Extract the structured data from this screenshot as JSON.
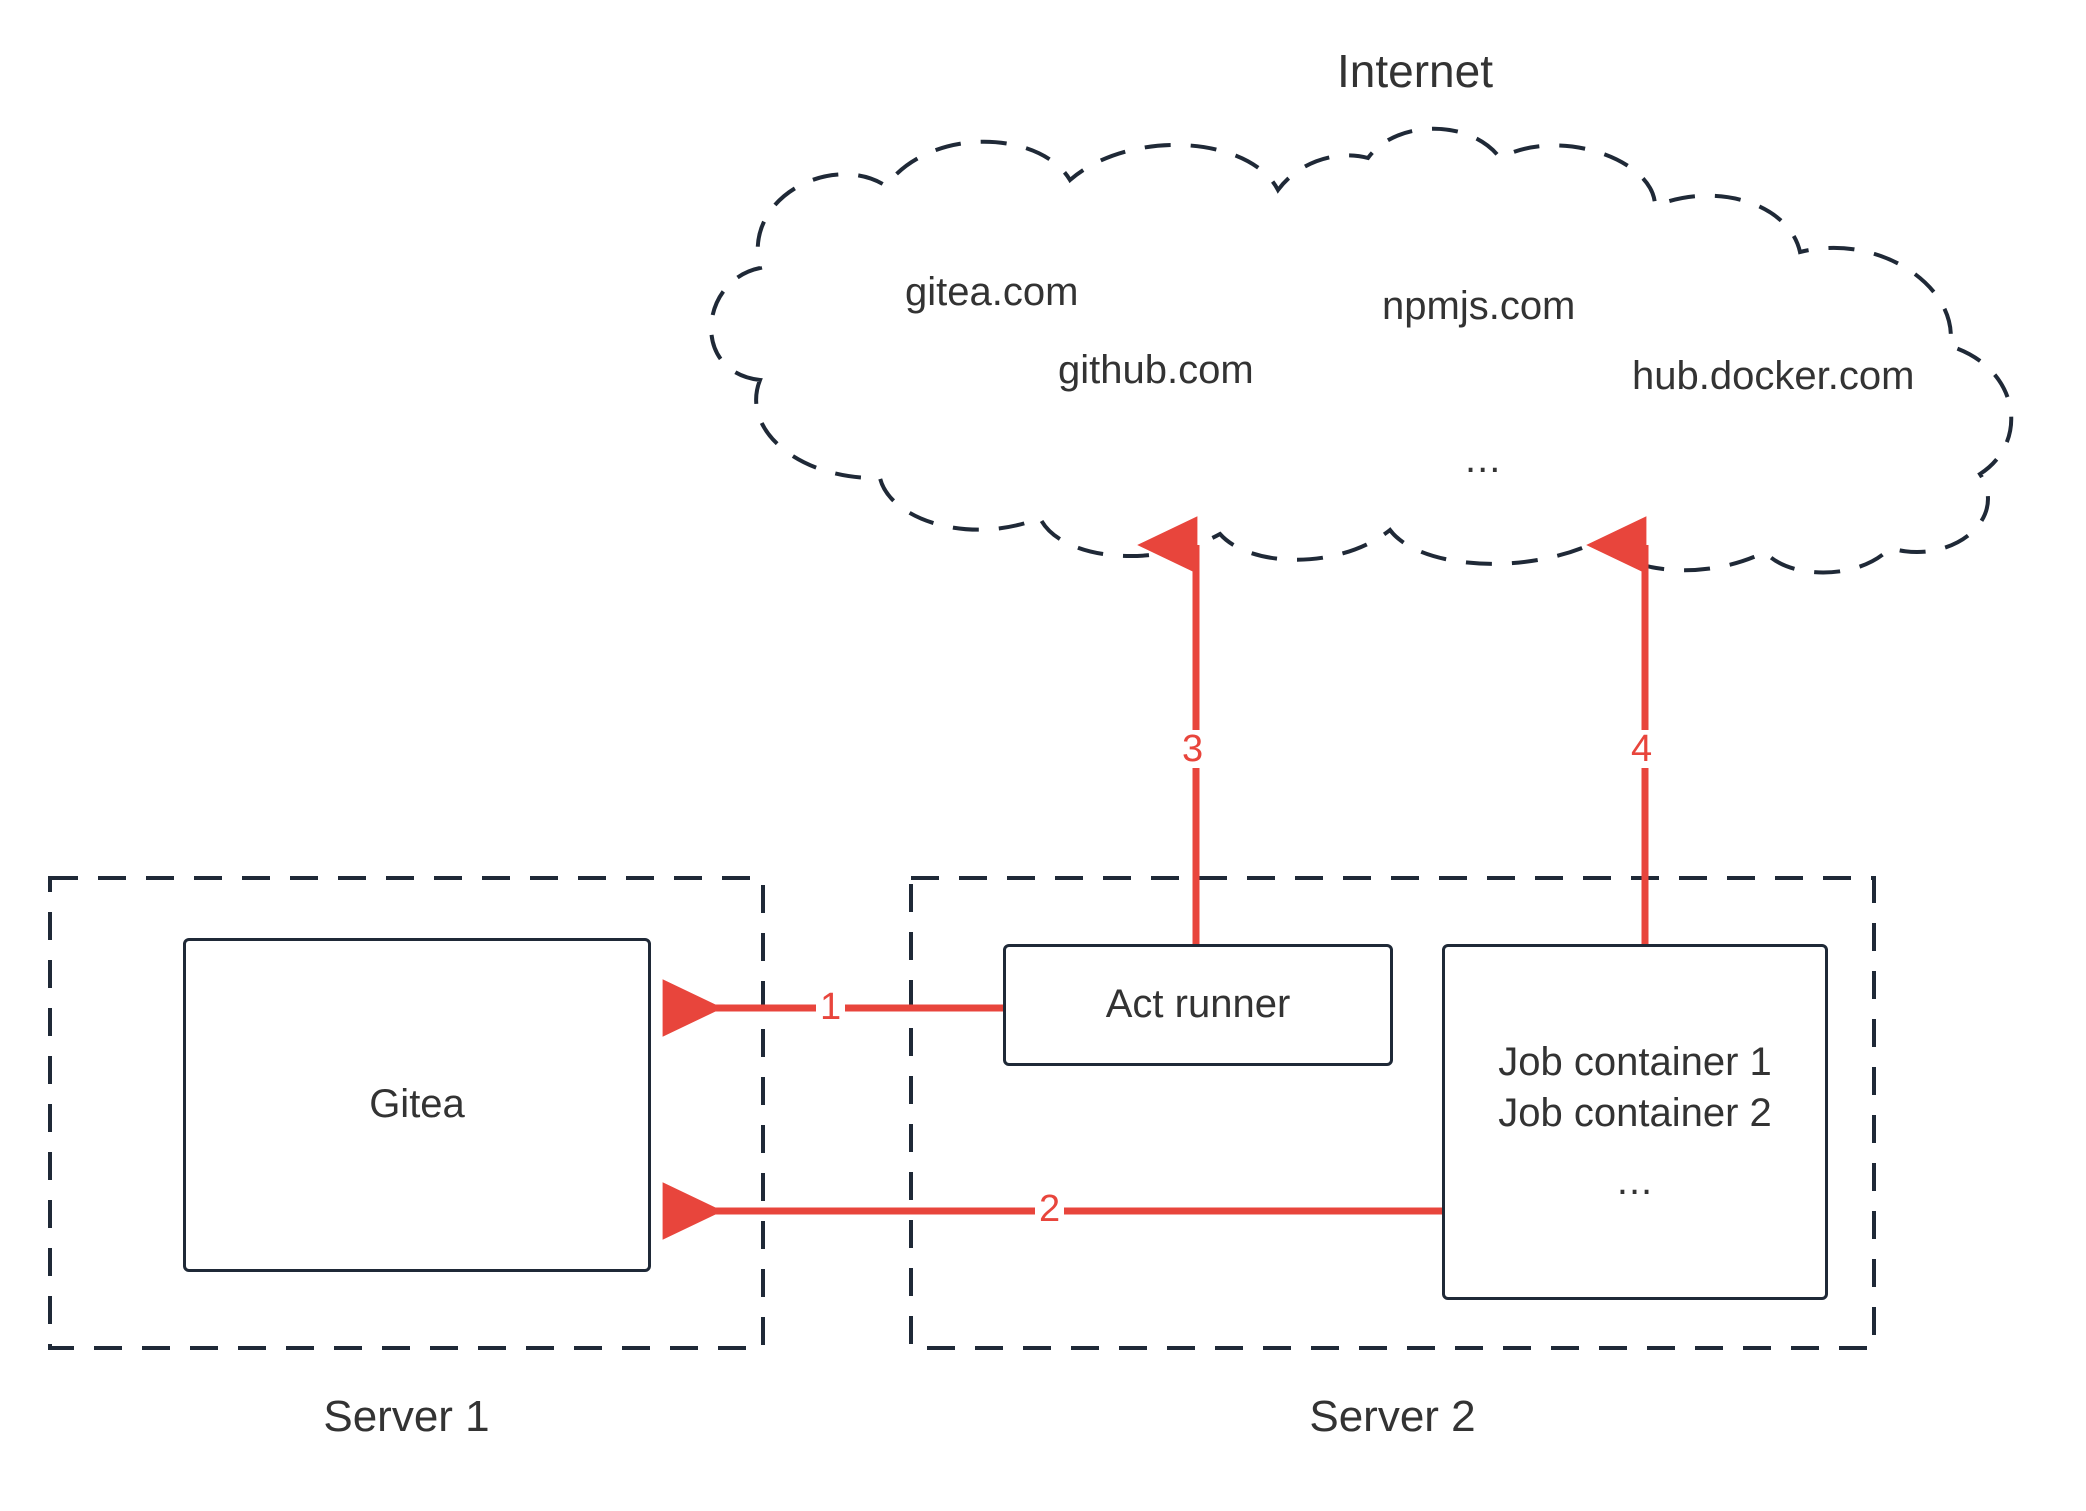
{
  "diagram": {
    "title": "Internet",
    "cloud": {
      "name": "internet-cloud",
      "services": [
        {
          "id": "gitea-com",
          "label": "gitea.com"
        },
        {
          "id": "npmjs-com",
          "label": "npmjs.com"
        },
        {
          "id": "github-com",
          "label": "github.com"
        },
        {
          "id": "hub-docker-com",
          "label": "hub.docker.com"
        },
        {
          "id": "more",
          "label": "..."
        }
      ]
    },
    "servers": [
      {
        "id": "server-1",
        "label": "Server 1"
      },
      {
        "id": "server-2",
        "label": "Server 2"
      }
    ],
    "nodes": [
      {
        "id": "gitea",
        "label": "Gitea"
      },
      {
        "id": "act-runner",
        "label": "Act runner"
      },
      {
        "id": "job-container",
        "line1": "Job container 1",
        "line2": "Job container 2",
        "dots": "..."
      }
    ],
    "connections": [
      {
        "id": "conn-1",
        "number": "1",
        "from": "act-runner",
        "to": "gitea",
        "direction": "left"
      },
      {
        "id": "conn-2",
        "number": "2",
        "from": "job-container",
        "to": "gitea",
        "direction": "left"
      },
      {
        "id": "conn-3",
        "number": "3",
        "from": "act-runner",
        "to": "internet",
        "direction": "up"
      },
      {
        "id": "conn-4",
        "number": "4",
        "from": "job-container",
        "to": "internet",
        "direction": "up"
      }
    ],
    "colors": {
      "arrow": "#E8453C",
      "stroke": "#1f2937",
      "text": "#333333",
      "background": "#ffffff"
    }
  }
}
